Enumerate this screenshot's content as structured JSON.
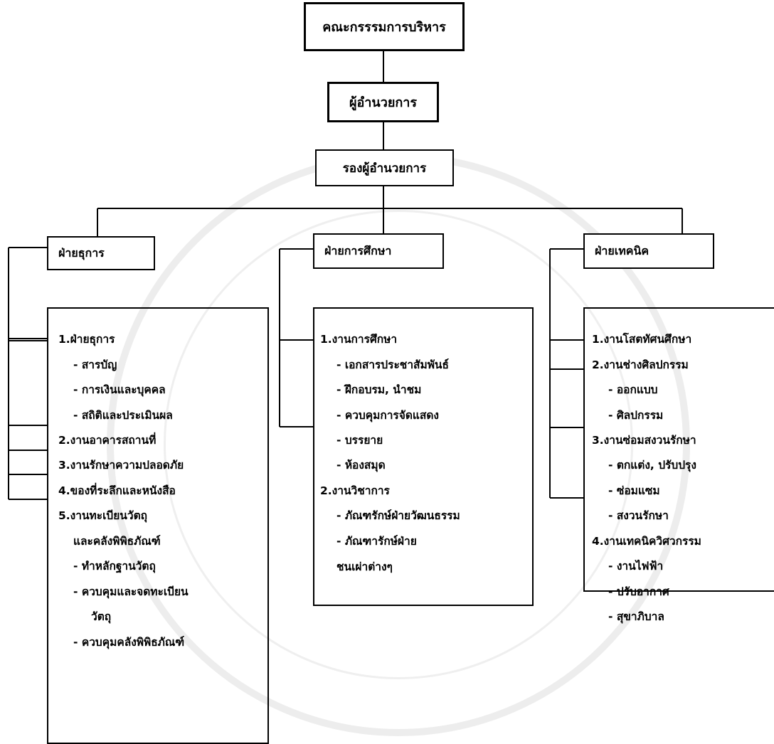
{
  "top": {
    "board": "คณะกรรรมการบริหาร",
    "director": "ผู้อำนวยการ",
    "deputy": "รองผู้อำนวยการ"
  },
  "departments": [
    {
      "name": "ฝ่ายธุการ",
      "items": [
        "1.ฝ่ายธุการ",
        "- สารบัญ",
        "- การเงินและบุคคล",
        "- สถิติและประเมินผล",
        "2.งานอาคารสถานที่",
        "3.งานรักษาความปลอดภัย",
        "4.ของที่ระลึกและหนังสือ",
        "5.งานทะเบียนวัตถุ",
        "และคลังพิพิธภัณฑ์",
        "- ทำหลักฐานวัตถุ",
        "- ควบคุมและจดทะเบียน",
        "วัตถุ",
        "- ควบคุมคลังพิพิธภัณฑ์"
      ]
    },
    {
      "name": "ฝ่ายการศึกษา",
      "items": [
        "1.งานการศึกษา",
        "- เอกสารประชาสัมพันธ์",
        "- ฝึกอบรม, นำชม",
        "- ควบคุมการจัดแสดง",
        "- บรรยาย",
        "- ห้องสมุด",
        "2.งานวิชาการ",
        "- ภัณฑรักษ์ฝ่ายวัฒนธรรม",
        "- ภัณฑารักษ์ฝ่าย",
        "ชนเผ่าต่างๆ"
      ]
    },
    {
      "name": "ฝ่ายเทคนิค",
      "items": [
        "1.งานโสตทัศนศึกษา",
        "2.งานช่างศิลปกรรม",
        "- ออกแบบ",
        "- ศิลปกรรม",
        "3.งานซ่อมสงวนรักษา",
        "- ตกแต่ง, ปรับปรุง",
        "- ซ่อมแซม",
        "- สงวนรักษา",
        "4.งานเทคนิควิศวกรรม",
        "- งานไฟฟ้า",
        "- ปรับอากาศ",
        "- สุขาภิบาล"
      ]
    }
  ]
}
